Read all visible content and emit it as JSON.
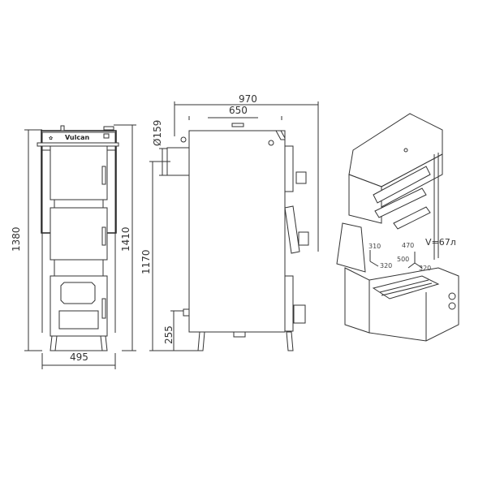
{
  "front_view": {
    "brand": "Vulcan",
    "dim_height_total": "1380",
    "dim_height_flue": "1410",
    "dim_width": "495"
  },
  "side_view": {
    "dim_depth_total": "970",
    "dim_depth_body": "650",
    "dim_flue_diameter": "Ø159",
    "dim_flue_height": "1170",
    "dim_return_height": "255"
  },
  "iso_view": {
    "volume_label": "V=67л",
    "dims_upper": [
      "310",
      "320"
    ],
    "dims_chamber": [
      "470",
      "500",
      "320"
    ]
  }
}
